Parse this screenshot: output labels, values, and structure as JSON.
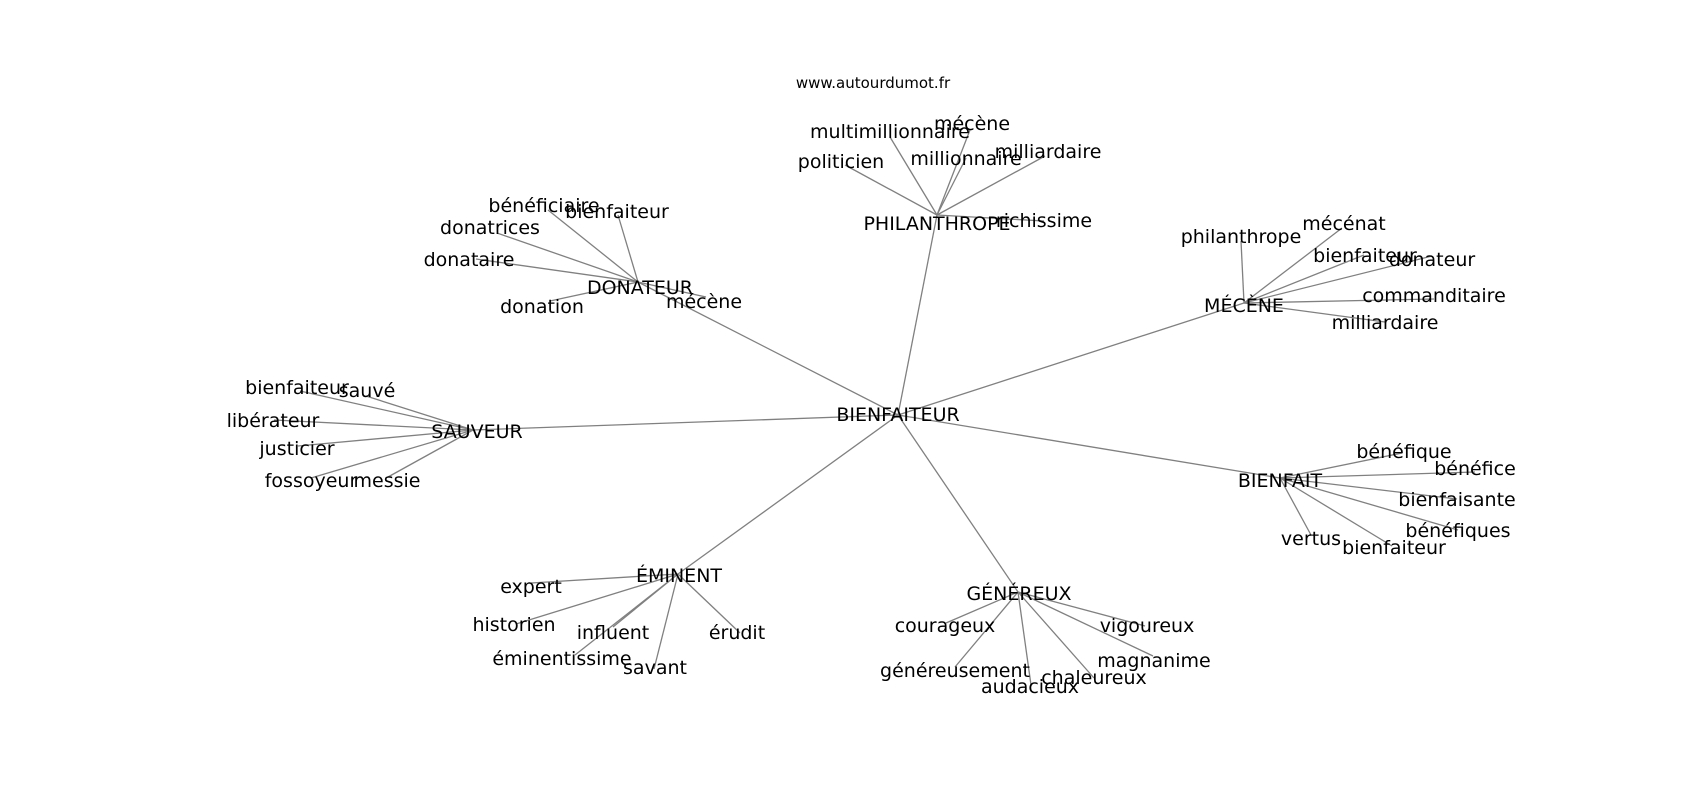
{
  "watermark": "www.autourdumot.fr",
  "edge_color": "#808080",
  "nodes": {
    "root": "BIENFAITEUR",
    "hubs": [
      {
        "id": "philanthrope",
        "label": "PHILANTHROPE",
        "children": [
          "multimillionnaire",
          "mécène",
          "politicien",
          "millionnaire",
          "milliardaire",
          "richissime"
        ]
      },
      {
        "id": "donateur",
        "label": "DONATEUR",
        "children": [
          "bénéficiaire",
          "bienfaiteur",
          "donatrices",
          "donataire",
          "donation",
          "mécène"
        ]
      },
      {
        "id": "mecene",
        "label": "MÉCÈNE",
        "children": [
          "philanthrope",
          "mécénat",
          "bienfaiteur",
          "donateur",
          "commanditaire",
          "milliardaire"
        ]
      },
      {
        "id": "sauveur",
        "label": "SAUVEUR",
        "children": [
          "bienfaiteur",
          "sauvé",
          "libérateur",
          "justicier",
          "fossoyeur",
          "messie"
        ]
      },
      {
        "id": "bienfait",
        "label": "BIENFAIT",
        "children": [
          "bénéfique",
          "bénéfice",
          "bienfaisante",
          "bénéfiques",
          "vertus",
          "bienfaiteur"
        ]
      },
      {
        "id": "eminent",
        "label": "ÉMINENT",
        "children": [
          "expert",
          "historien",
          "influent",
          "érudit",
          "éminentissime",
          "savant"
        ]
      },
      {
        "id": "genereux",
        "label": "GÉNÉREUX",
        "children": [
          "courageux",
          "vigoureux",
          "magnanime",
          "généreusement",
          "chaleureux",
          "audacieux"
        ]
      }
    ]
  }
}
